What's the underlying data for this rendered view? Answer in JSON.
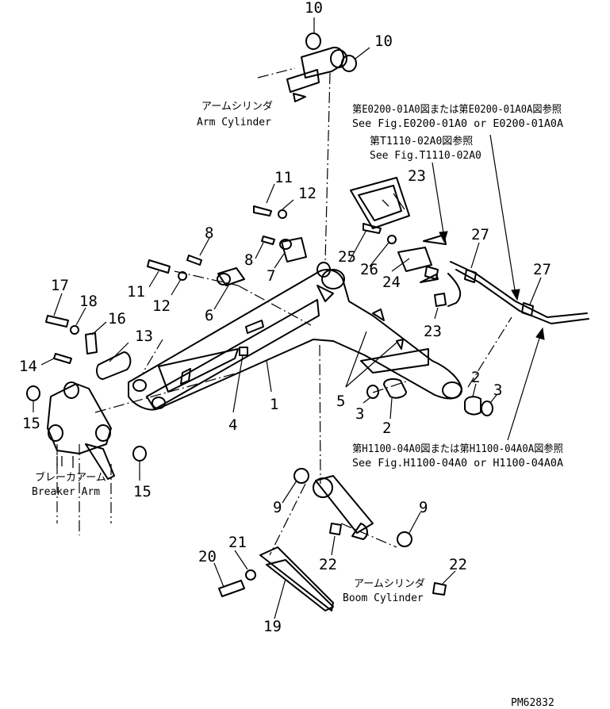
{
  "callouts": [
    "10",
    "10",
    "11",
    "12",
    "8",
    "8",
    "7",
    "11",
    "12",
    "6",
    "17",
    "18",
    "16",
    "13",
    "14",
    "15",
    "15",
    "25",
    "26",
    "24",
    "23",
    "23",
    "27",
    "27",
    "5",
    "1",
    "4",
    "2",
    "3",
    "3",
    "2",
    "9",
    "9",
    "21",
    "20",
    "22",
    "22",
    "19"
  ],
  "captions": {
    "arm_cylinder_jp": "アームシリンダ",
    "arm_cylinder_en": "Arm Cylinder",
    "ref1_jp": "第E0200-01A0図または第E0200-01A0A図参照",
    "ref1_en": "See Fig.E0200-01A0 or E0200-01A0A",
    "ref2_jp": "第T1110-02A0図参照",
    "ref2_en": "See Fig.T1110-02A0",
    "ref3_jp": "第H1100-04A0図または第H1100-04A0A図参照",
    "ref3_en": "See Fig.H1100-04A0 or H1100-04A0A",
    "breaker_jp": "ブレーカアーム",
    "breaker_en": "Breaker Arm",
    "boom_cylinder_jp": "アームシリンダ",
    "boom_cylinder_en": "Boom Cylinder"
  },
  "drawing_code": "PM62832"
}
